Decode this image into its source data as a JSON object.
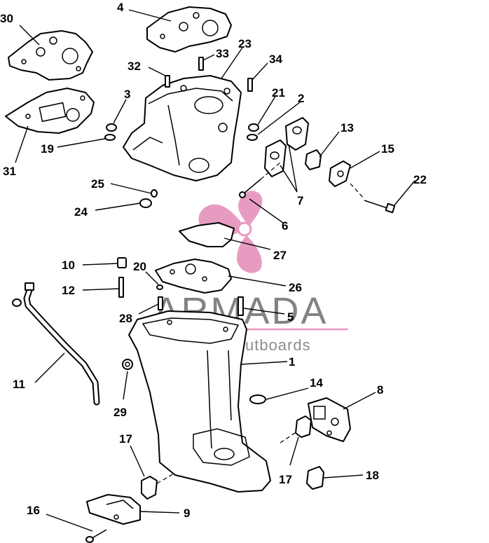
{
  "callouts": [
    {
      "id": "c1",
      "text": "1"
    },
    {
      "id": "c2",
      "text": "2"
    },
    {
      "id": "c3",
      "text": "3"
    },
    {
      "id": "c4",
      "text": "4"
    },
    {
      "id": "c5",
      "text": "5"
    },
    {
      "id": "c6",
      "text": "6"
    },
    {
      "id": "c7",
      "text": "7"
    },
    {
      "id": "c8",
      "text": "8"
    },
    {
      "id": "c9",
      "text": "9"
    },
    {
      "id": "c10",
      "text": "10"
    },
    {
      "id": "c11",
      "text": "11"
    },
    {
      "id": "c12",
      "text": "12"
    },
    {
      "id": "c13",
      "text": "13"
    },
    {
      "id": "c14",
      "text": "14"
    },
    {
      "id": "c15",
      "text": "15"
    },
    {
      "id": "c16",
      "text": "16"
    },
    {
      "id": "c17a",
      "text": "17"
    },
    {
      "id": "c17b",
      "text": "17"
    },
    {
      "id": "c18",
      "text": "18"
    },
    {
      "id": "c19",
      "text": "19"
    },
    {
      "id": "c20",
      "text": "20"
    },
    {
      "id": "c21",
      "text": "21"
    },
    {
      "id": "c22",
      "text": "22"
    },
    {
      "id": "c23",
      "text": "23"
    },
    {
      "id": "c24",
      "text": "24"
    },
    {
      "id": "c25",
      "text": "25"
    },
    {
      "id": "c26",
      "text": "26"
    },
    {
      "id": "c27",
      "text": "27"
    },
    {
      "id": "c28",
      "text": "28"
    },
    {
      "id": "c29",
      "text": "29"
    },
    {
      "id": "c30",
      "text": "30"
    },
    {
      "id": "c31",
      "text": "31"
    },
    {
      "id": "c32",
      "text": "32"
    },
    {
      "id": "c33",
      "text": "33"
    },
    {
      "id": "c34",
      "text": "34"
    }
  ],
  "watermark": {
    "brand": "ARMADA",
    "tagline": "marine outboards",
    "logo_icon": "propeller-logo-icon",
    "logo_color": "#e27fb0",
    "text_color": "#6e6e6e"
  }
}
